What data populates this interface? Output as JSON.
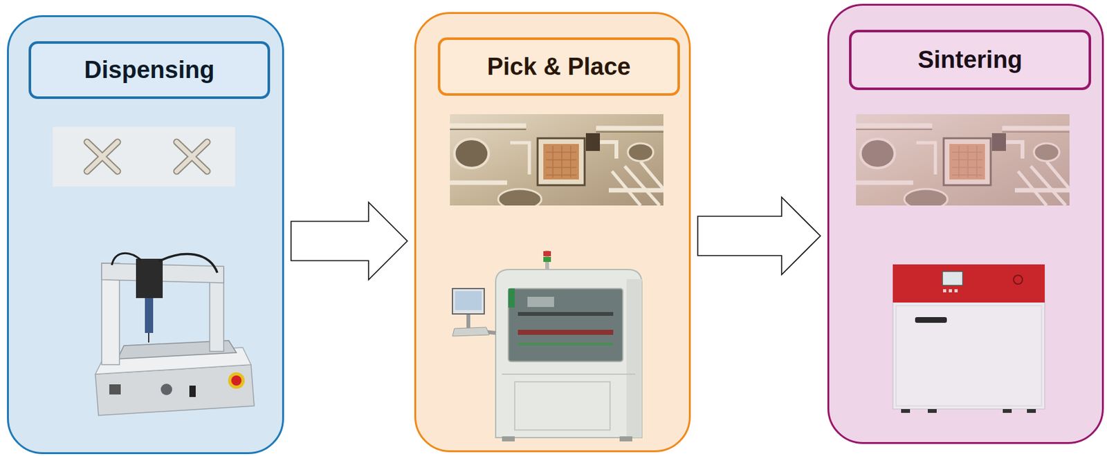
{
  "diagram": {
    "nodes": [
      {
        "text": [
          "Dispensing"
        ]
      },
      {
        "text": [
          "Pick & Place"
        ]
      },
      {
        "text": [
          "Sintering"
        ]
      }
    ],
    "edges": [
      {
        "from": 0,
        "to": 1,
        "arrow": "to"
      },
      {
        "from": 1,
        "to": 2,
        "arrow": "to"
      }
    ]
  }
}
